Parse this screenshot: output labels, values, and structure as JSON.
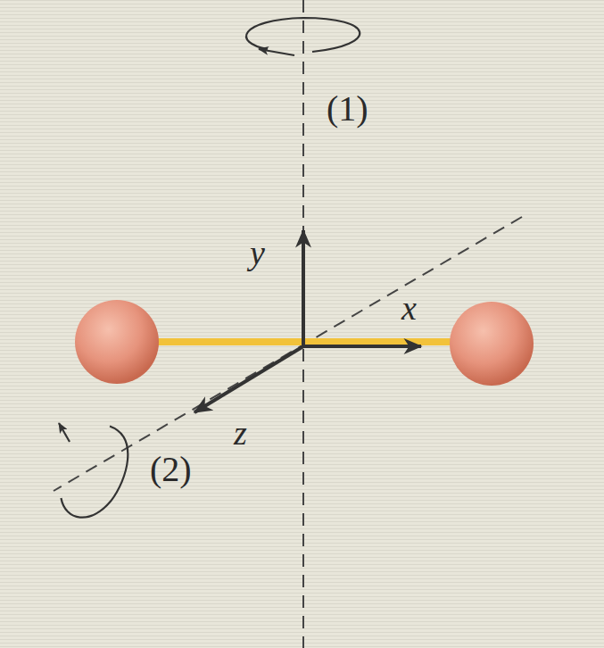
{
  "diagram": {
    "labels": [
      "(1)",
      "y",
      "x",
      "z",
      "(2)"
    ]
  }
}
